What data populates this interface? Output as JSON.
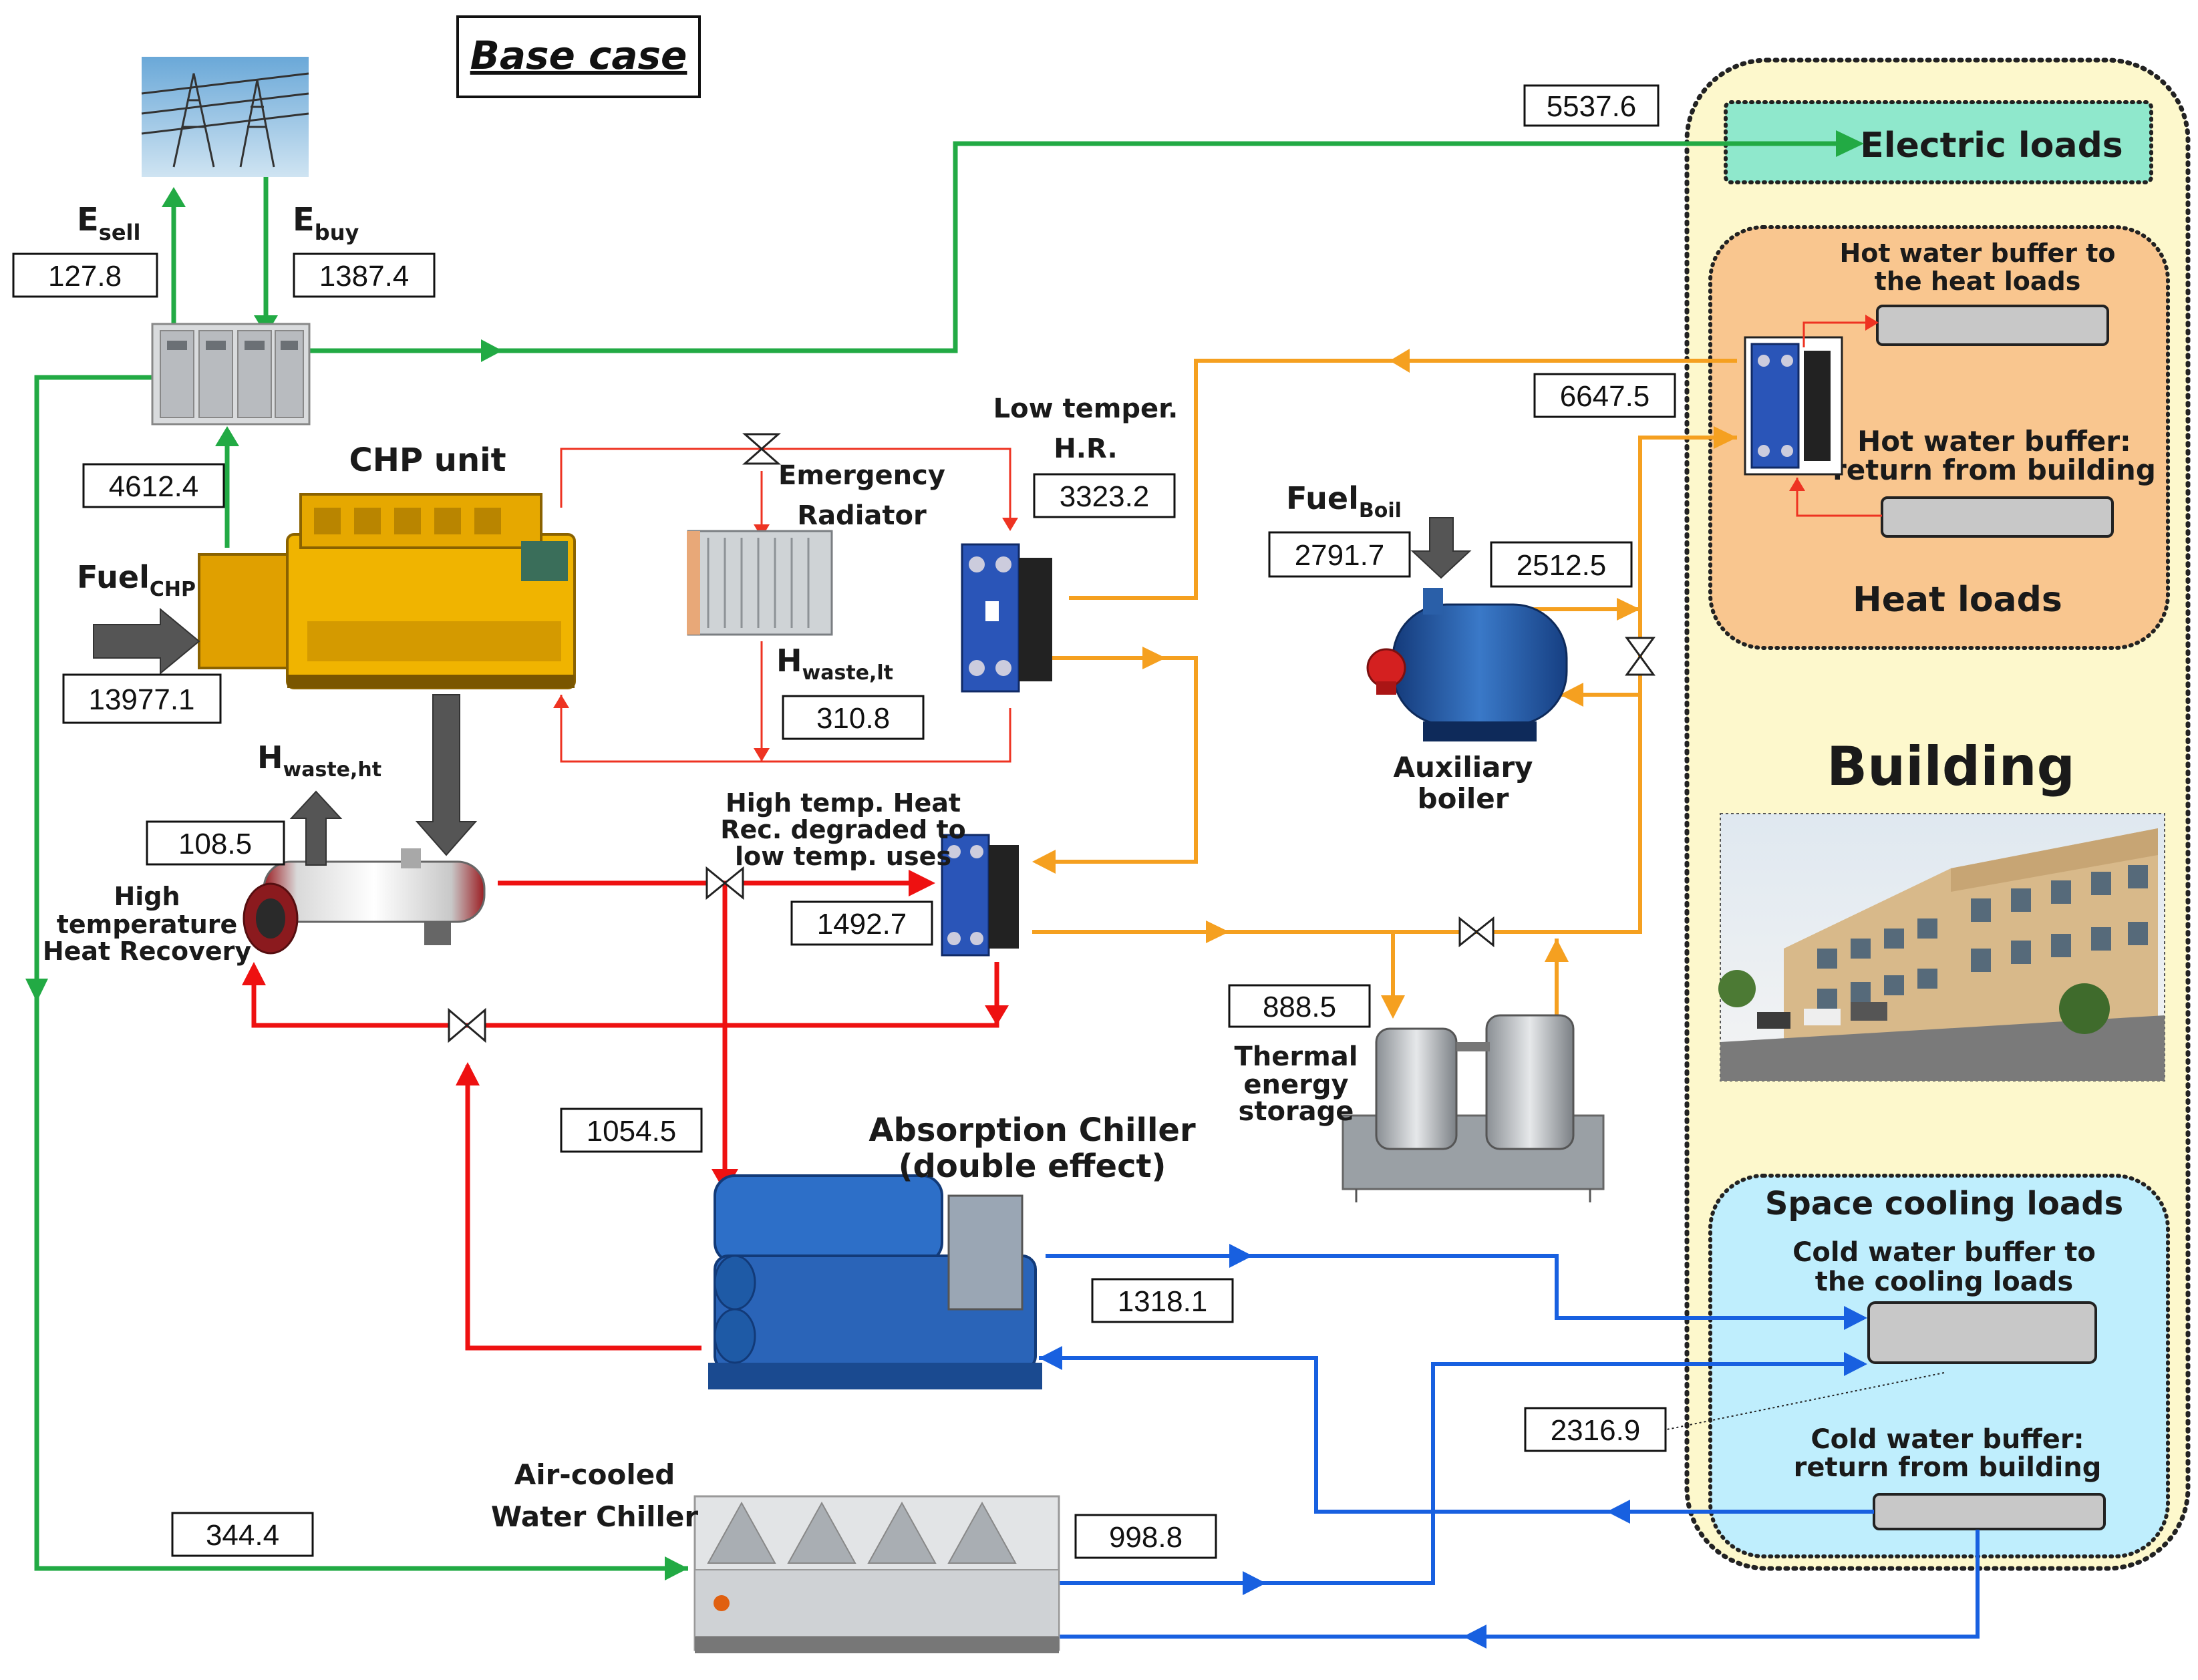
{
  "title": "Base case",
  "building": {
    "label": "Building",
    "electric_loads": "Electric loads",
    "heat_loads": {
      "label": "Heat loads",
      "buffer_to": [
        "Hot water buffer to",
        "the heat loads"
      ],
      "buffer_return": [
        "Hot water buffer:",
        "return from building"
      ]
    },
    "cooling_loads": {
      "label": "Space cooling loads",
      "buffer_to": [
        "Cold water buffer to",
        "the cooling  loads"
      ],
      "buffer_return": [
        "Cold water buffer:",
        "return from building"
      ]
    }
  },
  "components": {
    "chp": "CHP  unit",
    "emergency_radiator": [
      "Emergency",
      "Radiator"
    ],
    "low_temp_hr": [
      "Low temper.",
      "H.R."
    ],
    "high_temp_hr": [
      "High",
      "temperature",
      "Heat Recovery"
    ],
    "ht_degraded": [
      "High temp. Heat",
      "Rec. degraded to",
      "low temp. uses"
    ],
    "aux_boiler": [
      "Auxiliary",
      "boiler"
    ],
    "thermal_storage": [
      "Thermal",
      "energy",
      "storage"
    ],
    "absorption_chiller": [
      "Absorption Chiller",
      "(double effect)"
    ],
    "air_cooled_chiller": [
      "Air-cooled",
      "Water Chiller"
    ]
  },
  "symbols": {
    "e_sell": {
      "main": "E",
      "sub": "sell"
    },
    "e_buy": {
      "main": "E",
      "sub": "buy"
    },
    "fuel_chp": {
      "main": "Fuel",
      "sub": "CHP"
    },
    "fuel_boil": {
      "main": "Fuel",
      "sub": "Boil"
    },
    "h_waste_lt": {
      "main": "H",
      "sub": "waste,lt"
    },
    "h_waste_ht": {
      "main": "H",
      "sub": "waste,ht"
    }
  },
  "values": {
    "electric_loads": "5537.6",
    "e_sell": "127.8",
    "e_buy": "1387.4",
    "chp_electric": "4612.4",
    "fuel_chp": "13977.1",
    "heat_loads": "6647.5",
    "low_temp_hr": "3323.2",
    "fuel_boil": "2791.7",
    "boiler_heat": "2512.5",
    "h_waste_lt": "310.8",
    "h_waste_ht": "108.5",
    "ht_degraded": "1492.7",
    "thermal_storage": "888.5",
    "absorption_heat": "1054.5",
    "absorption_cooling": "1318.1",
    "cooling_loads": "2316.9",
    "chiller_electric": "344.4",
    "chiller_cooling": "998.8"
  }
}
